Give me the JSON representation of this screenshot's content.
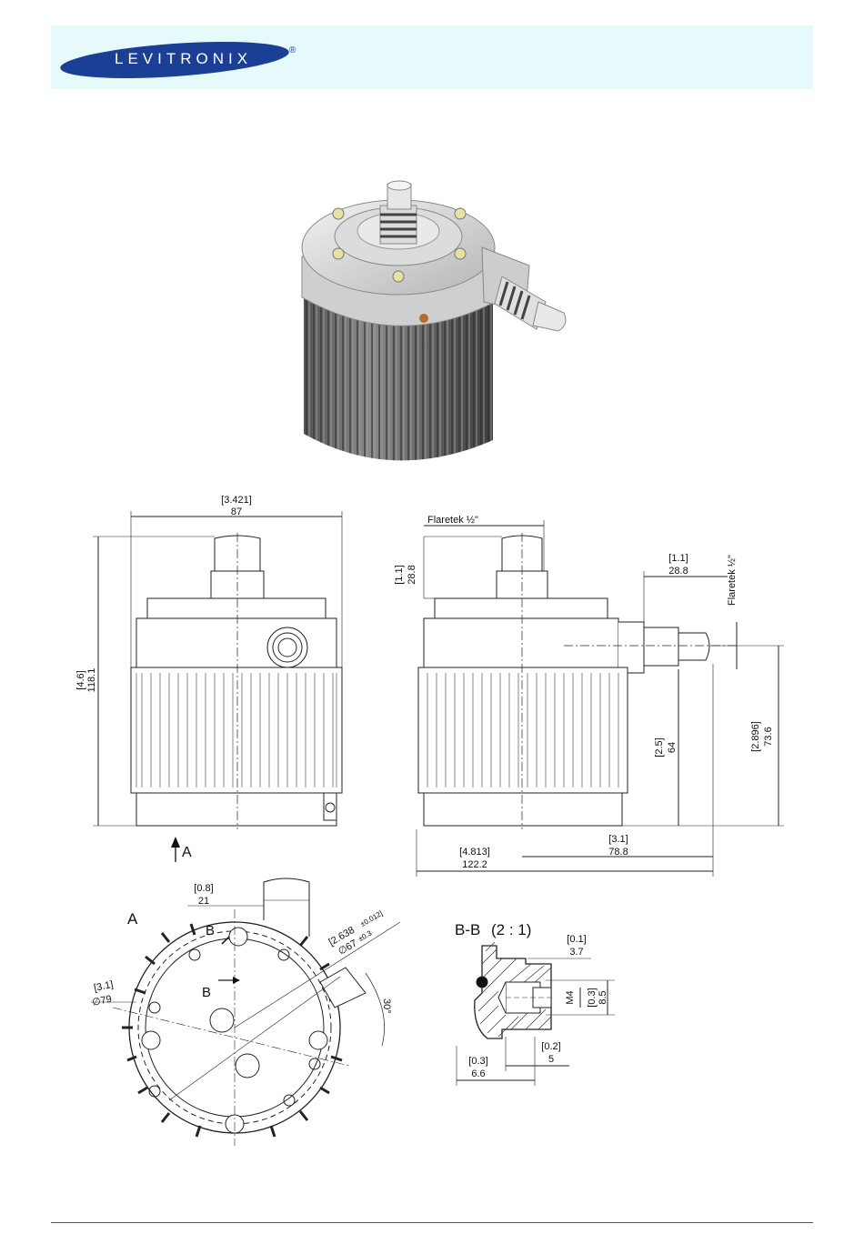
{
  "header": {
    "brand": "LEVITRONIX",
    "reg_mark": "®",
    "brand_color": "#1a3f94",
    "band_color": "#e6fafc"
  },
  "front_view": {
    "width_in": "[3.421]",
    "width_mm": "87",
    "height_in": "[4.6]",
    "height_mm": "118.1",
    "arrow_label": "A"
  },
  "side_view": {
    "flaretek_top": "Flaretek ½\"",
    "flaretek_side": "Flaretek ½\"",
    "top_in": "[1.1]",
    "top_mm": "28.8",
    "side_in": "[1.1]",
    "side_mm": "28.8",
    "h64_in": "[2.5]",
    "h64_mm": "64",
    "h73_in": "[2.896]",
    "h73_mm": "73.6",
    "w78_in": "[3.1]",
    "w78_mm": "78.8",
    "w122_in": "[4.813]",
    "w122_mm": "122.2"
  },
  "view_a": {
    "label": "A",
    "offset_in": "[0.8]",
    "offset_mm": "21",
    "section_b_top": "B",
    "section_b_arrow": "B",
    "dia79_in": "[3.1]",
    "dia79_mm": "∅79",
    "dia67_in": "[2.638",
    "dia67_tol_in": "±0.012]",
    "dia67_mm": "∅67",
    "dia67_tol_mm": "±0.3",
    "angle": "30°"
  },
  "section_bb": {
    "title": "B-B",
    "scale": "(2 : 1)",
    "d37_in": "[0.1]",
    "d37_mm": "3.7",
    "thread": "M4",
    "d85_in": "[0.3]",
    "d85_mm": "8.5",
    "d66_in": "[0.3]",
    "d66_mm": "6.6",
    "d5_in": "[0.2]",
    "d5_mm": "5"
  }
}
